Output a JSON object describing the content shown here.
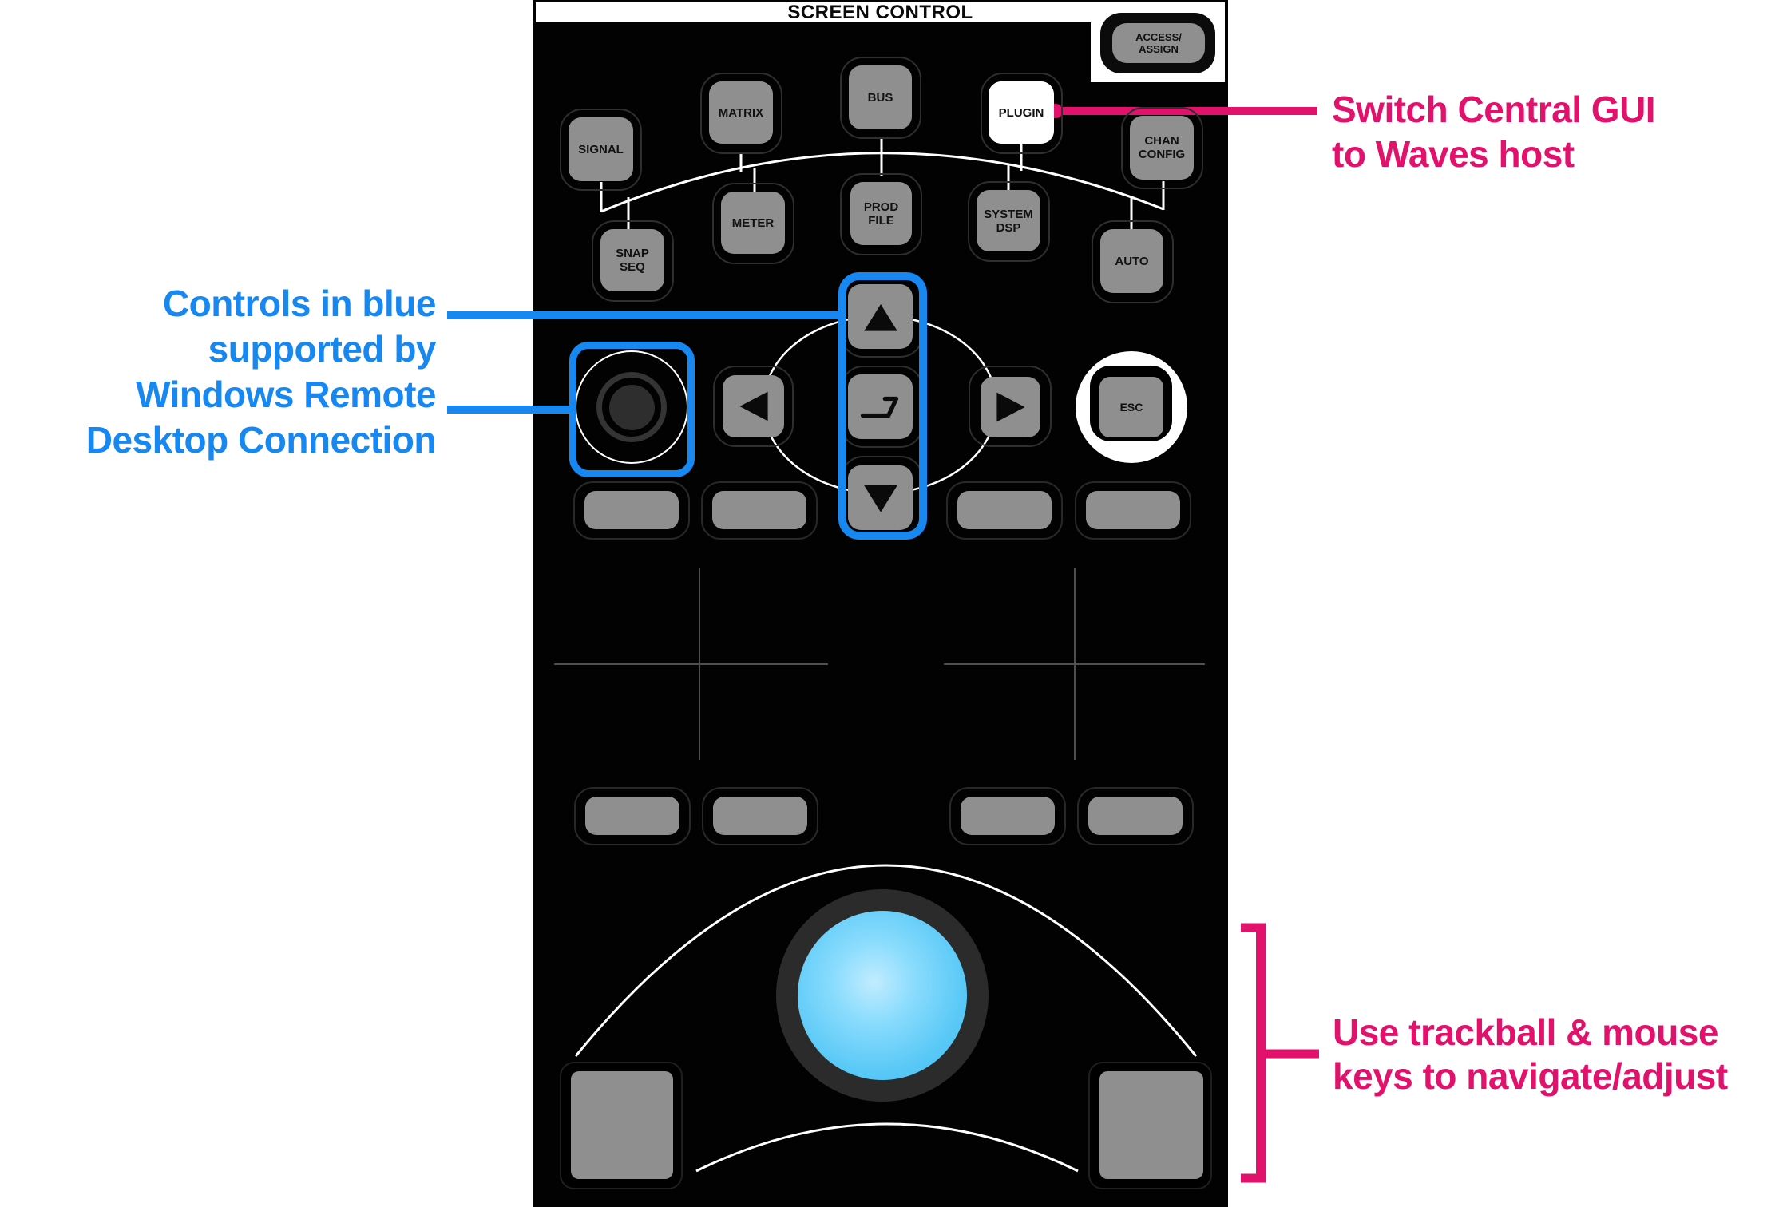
{
  "panel": {
    "title": "SCREEN CONTROL"
  },
  "keys": {
    "access_assign": {
      "lines": [
        "ACCESS/",
        "ASSIGN"
      ]
    },
    "signal": "SIGNAL",
    "matrix": "MATRIX",
    "bus": "BUS",
    "plugin": "PLUGIN",
    "chan_config": {
      "lines": [
        "CHAN",
        "CONFIG"
      ]
    },
    "snap_seq": {
      "lines": [
        "SNAP",
        "SEQ"
      ]
    },
    "meter": "METER",
    "prod_file": {
      "lines": [
        "PROD",
        "FILE"
      ]
    },
    "system_dsp": {
      "lines": [
        "SYSTEM",
        "DSP"
      ]
    },
    "auto": "AUTO",
    "esc": "ESC"
  },
  "nav_icons": {
    "up": "up-arrow",
    "down": "down-arrow",
    "left": "left-arrow",
    "right": "right-arrow",
    "enter": "enter-swoosh"
  },
  "annotations": {
    "plugin_note": {
      "lines": [
        "Switch Central GUI",
        "to Waves host"
      ]
    },
    "blue_note": {
      "lines": [
        "Controls in blue",
        "supported by",
        "Windows Remote",
        "Desktop Connection"
      ]
    },
    "trackball_note": {
      "lines": [
        "Use trackball & mouse",
        "keys to navigate/adjust"
      ]
    }
  },
  "colors": {
    "highlight_blue": "#1787f1",
    "annotation_pink": "#e2116c",
    "key_gray": "#8f8f8f",
    "trackball_blue": "#58c8f6",
    "panel_black": "#020202"
  }
}
